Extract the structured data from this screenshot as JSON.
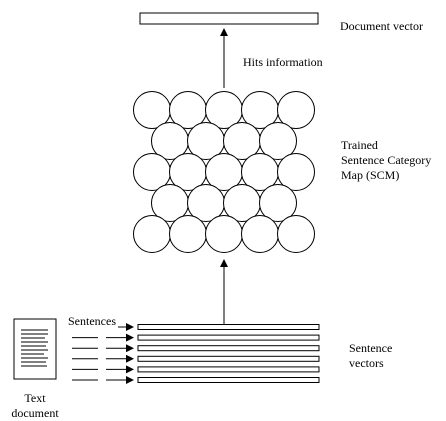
{
  "labels": {
    "document_vector": "Document vector",
    "hits_information": "Hits information",
    "scm_line1": "Trained",
    "scm_line2": "Sentence Category",
    "scm_line3": "Map (SCM)",
    "sentences": "Sentences",
    "sentence_vectors_line1": "Sentence",
    "sentence_vectors_line2": "vectors",
    "text_document_line1": "Text",
    "text_document_line2": "document"
  },
  "scm_grid": {
    "rows": [
      5,
      4,
      5,
      4,
      5
    ]
  },
  "sentence_vector_count": 6
}
